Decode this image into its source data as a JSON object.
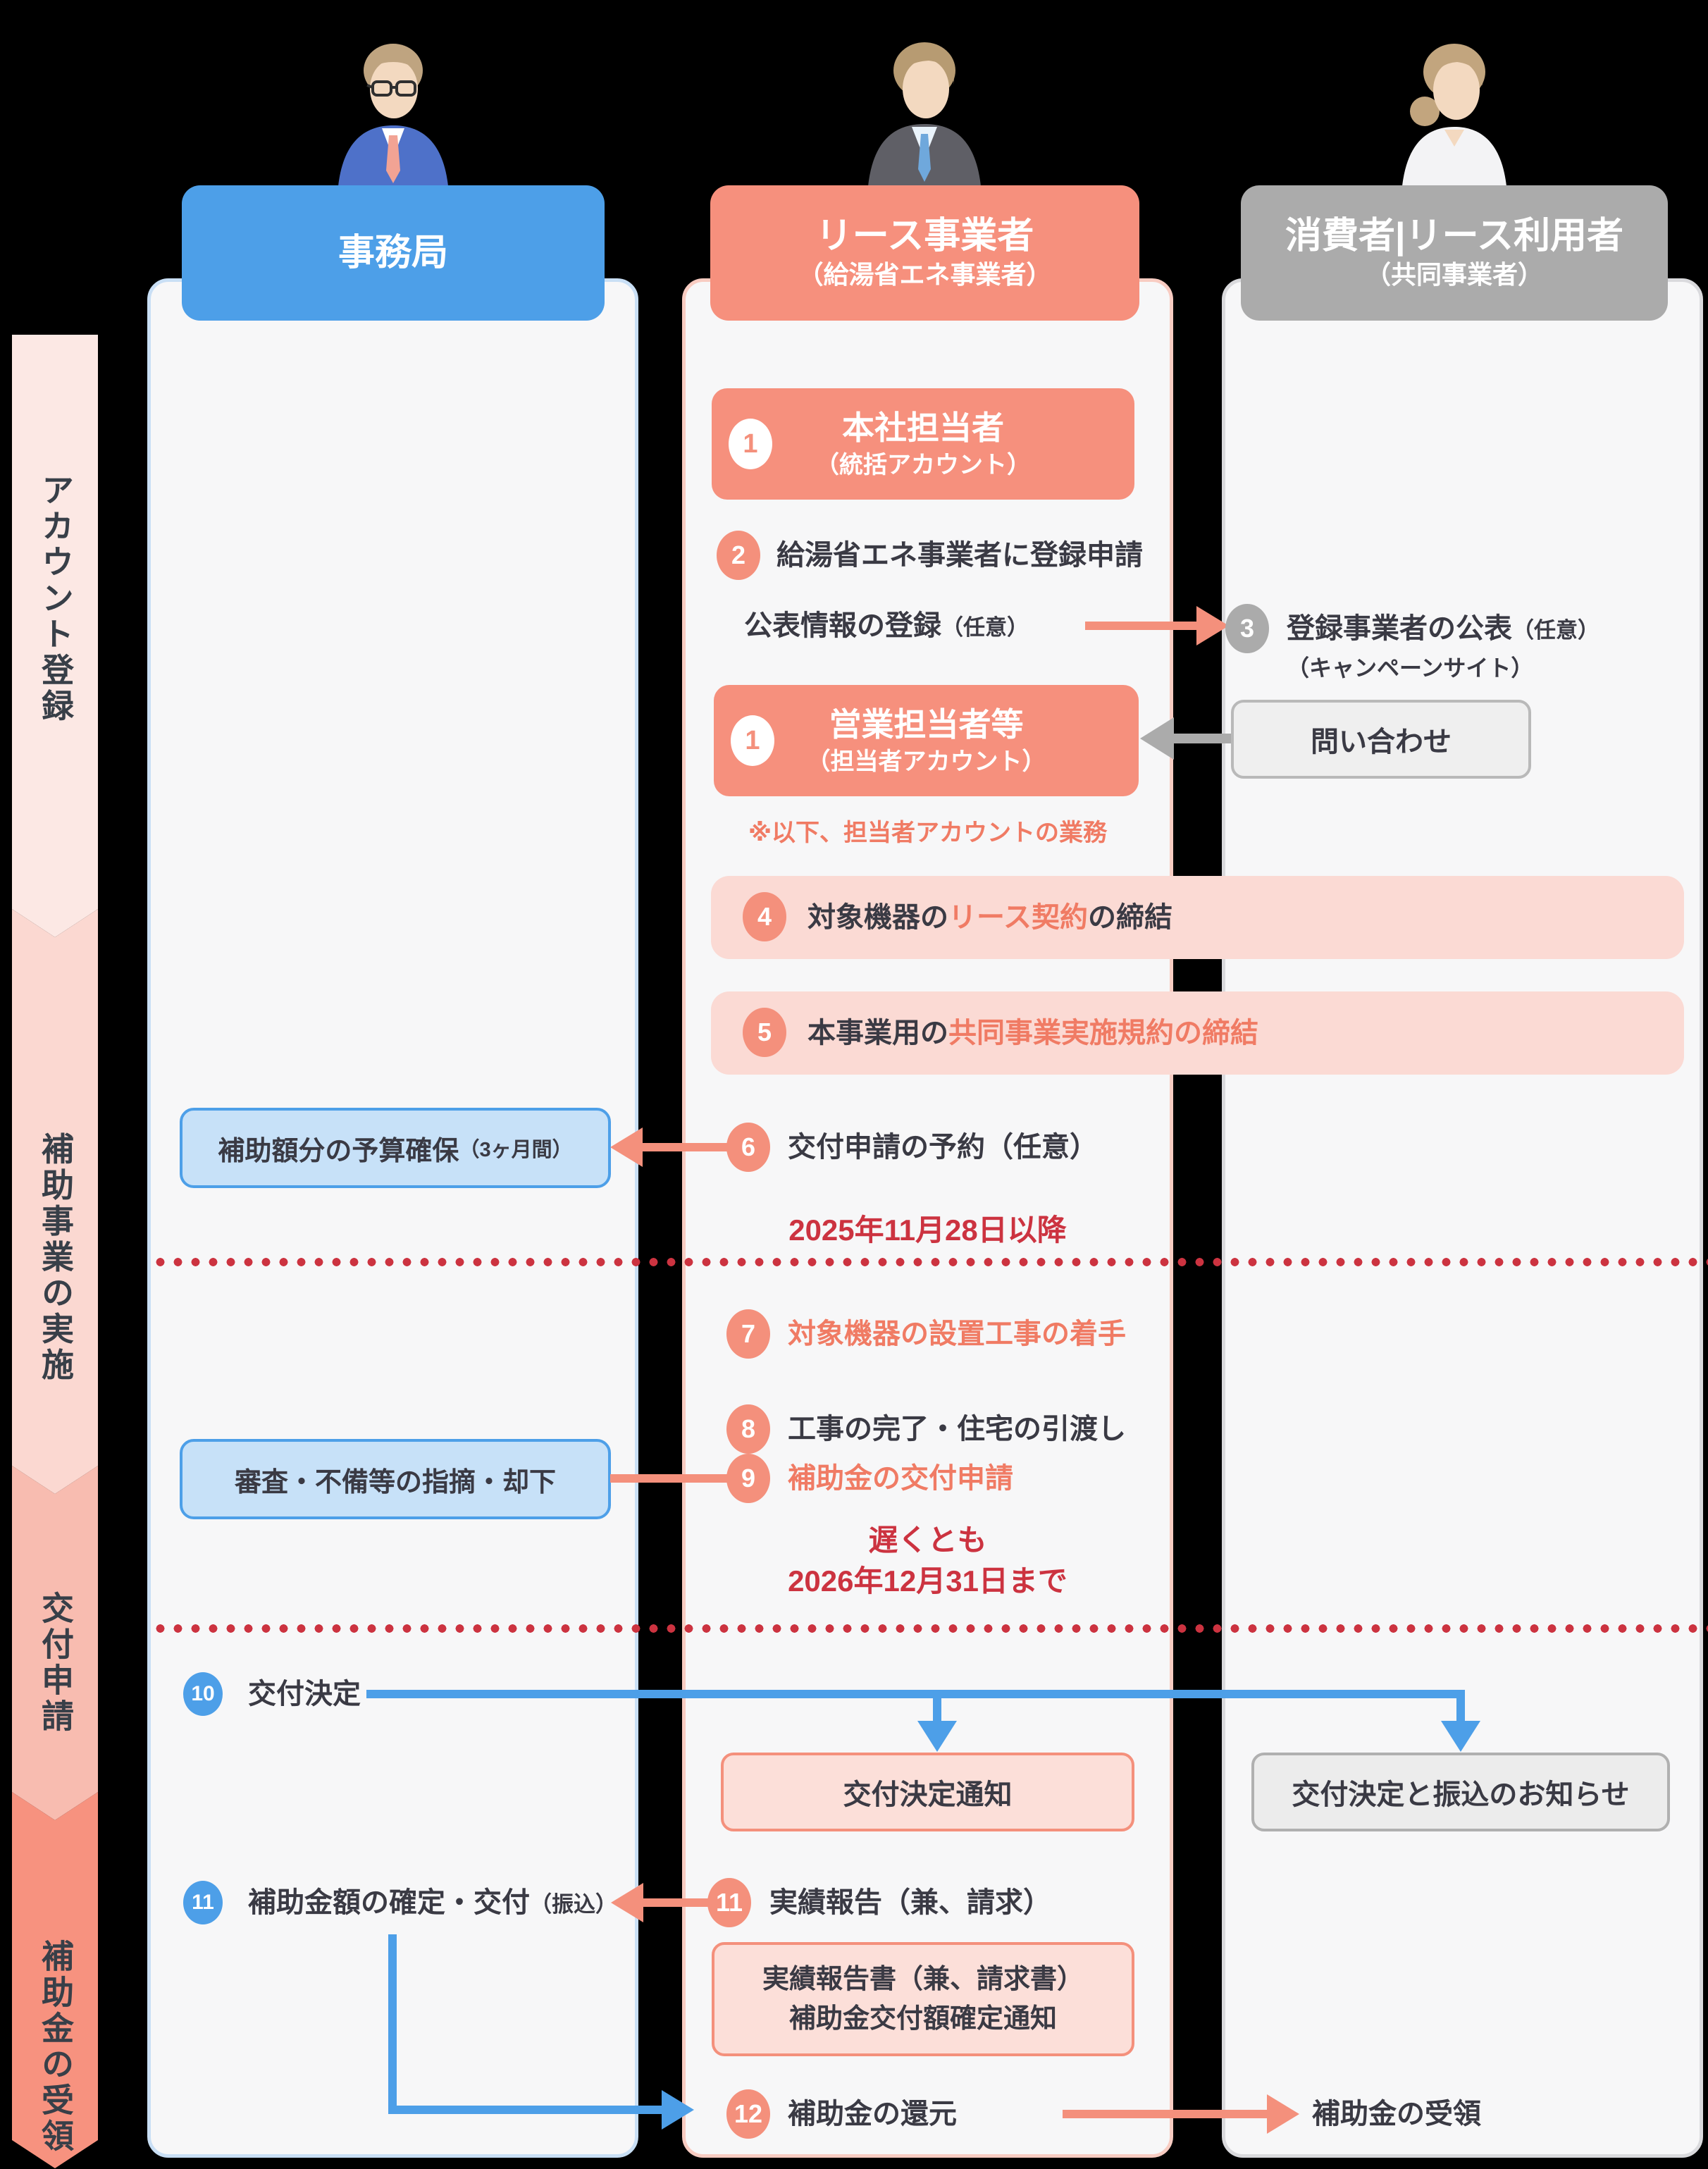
{
  "header": {
    "columns": [
      {
        "title": "事務局",
        "subtitle": ""
      },
      {
        "title": "リース事業者",
        "subtitle": "（給湯省エネ事業者）"
      },
      {
        "title": "消費者|リース利用者",
        "subtitle": "（共同事業者）"
      }
    ]
  },
  "sidebar": {
    "phases": [
      {
        "label": "アカウント登録"
      },
      {
        "label": "補助事業の実施"
      },
      {
        "label": "交付申請"
      },
      {
        "label": "補助金の受領"
      }
    ]
  },
  "flow": {
    "account1": {
      "num": "1",
      "title": "本社担当者",
      "subtitle": "（統括アカウント）"
    },
    "step2": {
      "num": "2",
      "label": "給湯省エネ事業者に登録申請"
    },
    "publish": {
      "label": "公表情報の登録",
      "note": "（任意）"
    },
    "step3": {
      "num": "3",
      "label": "登録事業者の公表",
      "note": "（任意）",
      "sub": "（キャンペーンサイト）"
    },
    "inquiry": {
      "label": "問い合わせ"
    },
    "account2": {
      "num": "1",
      "title": "営業担当者等",
      "subtitle": "（担当者アカウント）"
    },
    "note_account": "※以下、担当者アカウントの業務",
    "step4": {
      "num": "4",
      "prefix": "対象機器の",
      "highlight": "リース契約",
      "suffix": "の締結"
    },
    "step5": {
      "num": "5",
      "prefix": "本事業用の",
      "highlight": "共同事業実施規約の締結",
      "suffix": ""
    },
    "budget_box": {
      "label": "補助額分の予算確保",
      "note": "（3ヶ月間）"
    },
    "step6": {
      "num": "6",
      "label": "交付申請の予約（任意）"
    },
    "date1": "2025年11月28日以降",
    "step7": {
      "num": "7",
      "label": "対象機器の設置工事の着手"
    },
    "step8": {
      "num": "8",
      "label": "工事の完了・住宅の引渡し"
    },
    "review_box": {
      "label": "審査・不備等の指摘・却下"
    },
    "step9": {
      "num": "9",
      "label": "補助金の交付申請"
    },
    "deadline": {
      "line1": "遅くとも",
      "line2": "2026年12月31日まで"
    },
    "step10": {
      "num": "10",
      "label": "交付決定"
    },
    "notice_mid": {
      "label": "交付決定通知"
    },
    "notice_right": {
      "label": "交付決定と振込のお知らせ"
    },
    "step11_left": {
      "num": "11",
      "label": "補助金額の確定・交付",
      "note": "（振込）"
    },
    "step11_mid": {
      "num": "11",
      "label": "実績報告（兼、請求）"
    },
    "report_box": {
      "line1": "実績報告書（兼、請求書）",
      "line2": "補助金交付額確定通知"
    },
    "step12": {
      "num": "12",
      "label": "補助金の還元"
    },
    "receive": {
      "label": "補助金の受領"
    }
  },
  "colors": {
    "accent_blue": "#4D9FE8",
    "accent_salmon": "#F4907C",
    "accent_gray": "#ABABAB",
    "alert_red": "#CC3340",
    "band_pink": "#FBDAD4",
    "panel_bg": "#F7F7F8"
  }
}
